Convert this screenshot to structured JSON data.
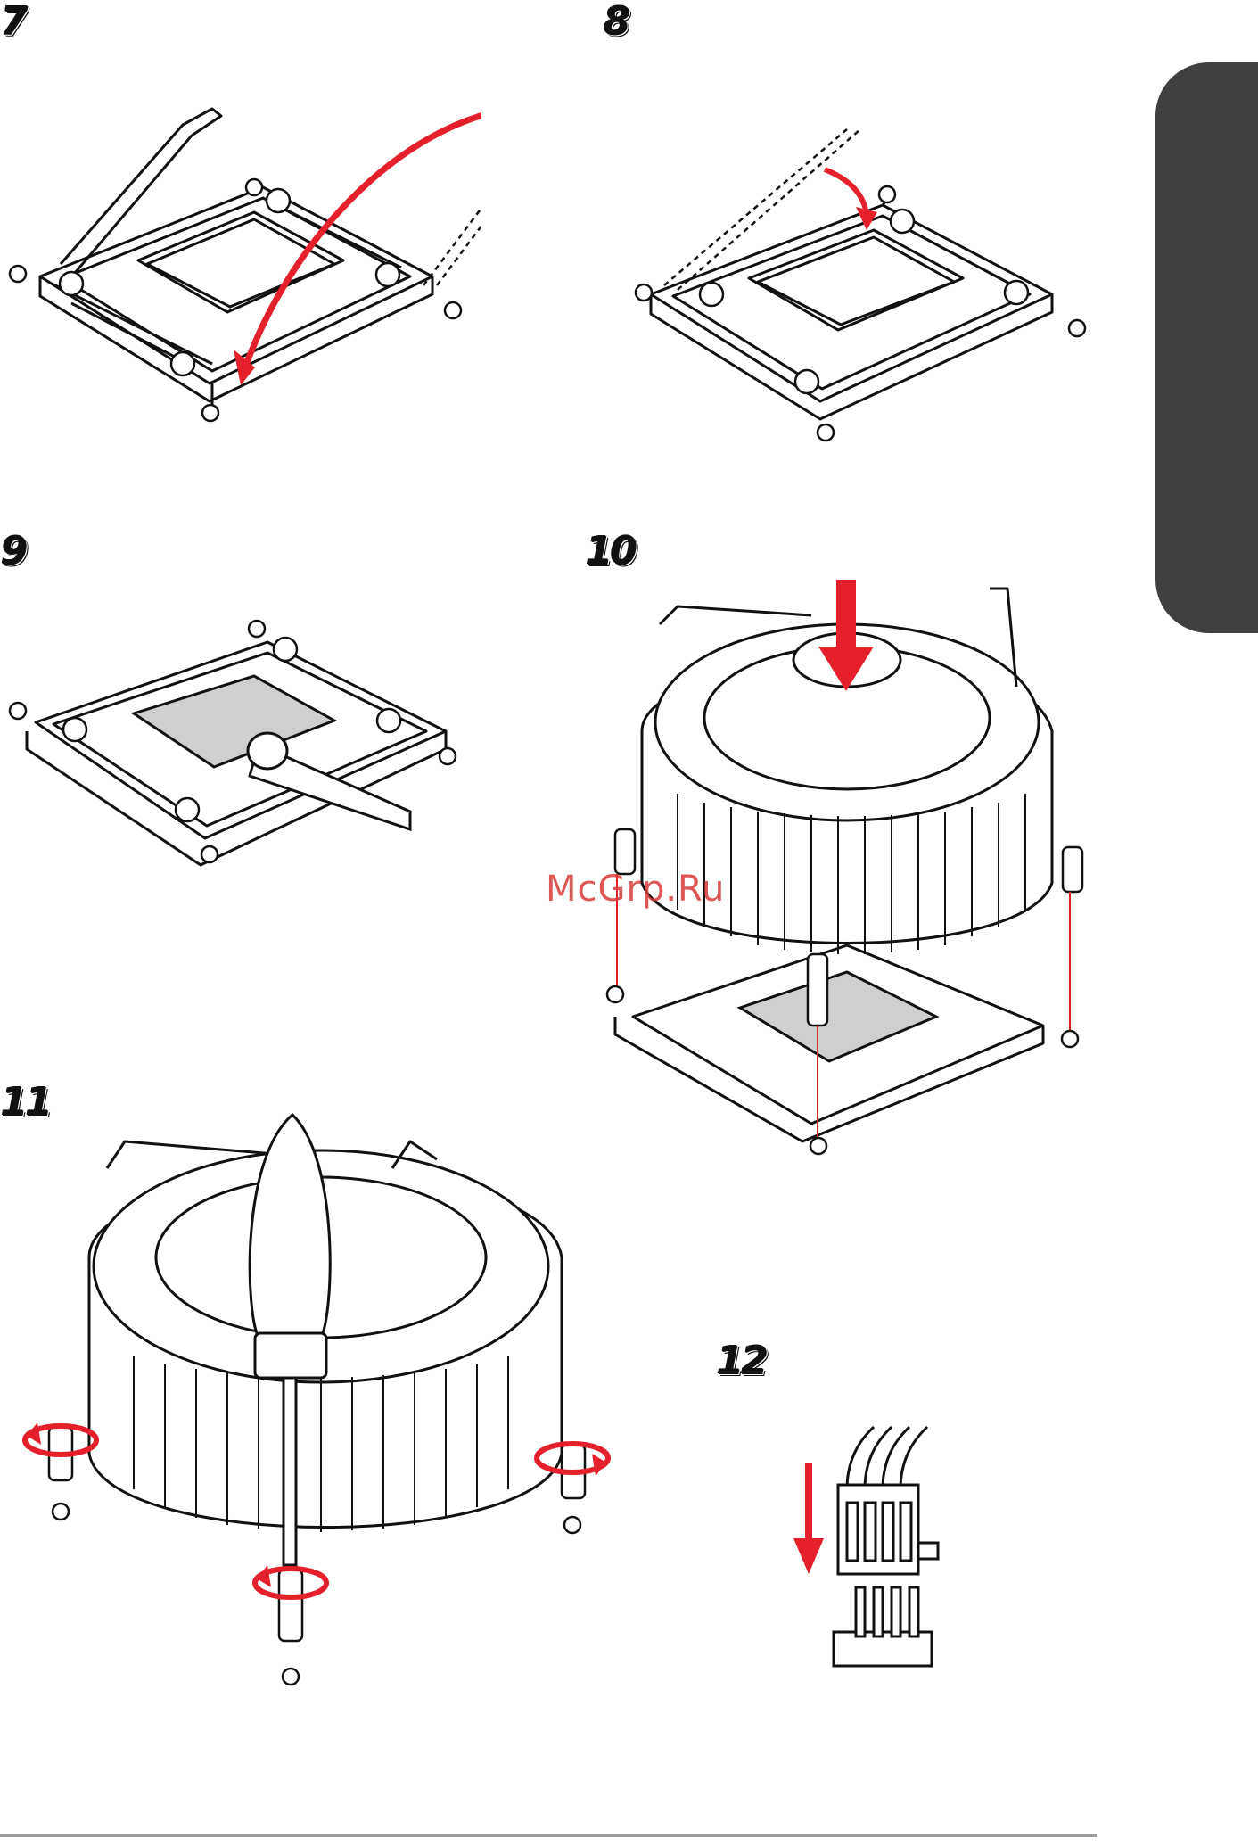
{
  "steps": {
    "s7": "7",
    "s8": "8",
    "s9": "9",
    "s10": "10",
    "s11": "11",
    "s12": "12"
  },
  "watermark": "McGrp.Ru",
  "colors": {
    "accent_red": "#e4202a",
    "side_tab": "#404040",
    "thermal_paste": "#cfcfcf",
    "line": "#111111"
  },
  "icons": {
    "arrow": "red-arrow-icon",
    "rotate": "rotate-arrow-icon"
  }
}
